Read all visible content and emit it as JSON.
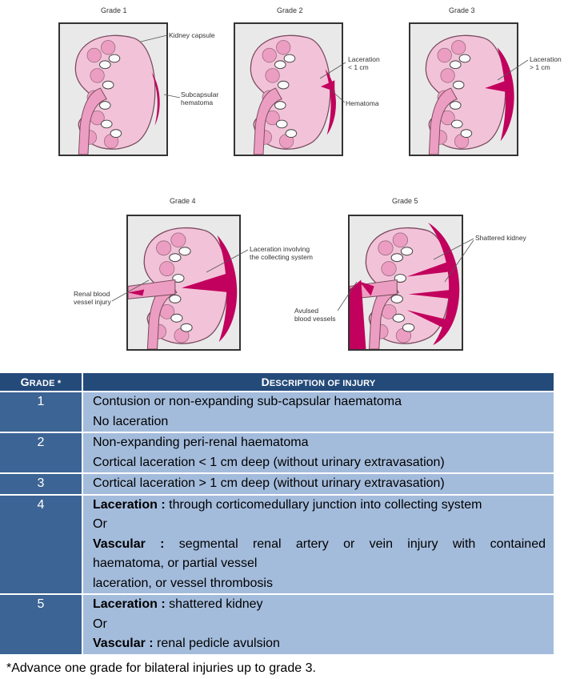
{
  "figure": {
    "panels": [
      {
        "title": "Grade 1",
        "labels": [
          [
            "Kidney capsule"
          ],
          [
            "Subcapsular",
            "hematoma"
          ]
        ]
      },
      {
        "title": "Grade 2",
        "labels": [
          [
            "Laceration",
            "< 1 cm"
          ],
          [
            "Hematoma"
          ]
        ]
      },
      {
        "title": "Grade 3",
        "labels": [
          [
            "Laceration",
            "> 1 cm"
          ]
        ]
      },
      {
        "title": "Grade 4",
        "labels": [
          [
            "Laceration involving",
            "the collecting system"
          ],
          [
            "Renal blood",
            "vessel injury"
          ]
        ]
      },
      {
        "title": "Grade 5",
        "labels": [
          [
            "Shattered kidney"
          ],
          [
            "Avulsed",
            "blood vessels"
          ]
        ]
      }
    ],
    "colors": {
      "panel_bg": "#e9e9e9",
      "kidney": "#f2c3d8",
      "medulla": "#ec9ec2",
      "calyx": "#fbfbfb",
      "hematoma": "#c2005d",
      "pelvis": "#ec9ec2"
    }
  },
  "table": {
    "header": {
      "grade_first": "G",
      "grade_rest": "RADE *",
      "desc_first": "D",
      "desc_rest_1": "ESCRIPTION OF ",
      "desc_rest_2": "INJURY"
    },
    "rows": [
      {
        "grade": "1",
        "lines": [
          {
            "text": "Contusion or non-expanding sub-capsular haematoma"
          },
          {
            "text": "No laceration"
          }
        ]
      },
      {
        "grade": "2",
        "lines": [
          {
            "text": "Non-expanding peri-renal haematoma"
          },
          {
            "text": "Cortical laceration < 1 cm deep (without urinary extravasation)"
          }
        ]
      },
      {
        "grade": "3",
        "lines": [
          {
            "text": "Cortical laceration > 1 cm deep (without urinary extravasation)"
          }
        ]
      },
      {
        "grade": "4",
        "lines": [
          {
            "bold": "Laceration :",
            "text": " through corticomedullary junction into collecting system"
          },
          {
            "text": "Or"
          },
          {
            "bold": "Vascular :",
            "text": " segmental renal artery or vein injury with contained",
            "justify": true
          },
          {
            "text": "haematoma, or partial vessel"
          },
          {
            "text": "laceration, or vessel thrombosis"
          }
        ]
      },
      {
        "grade": "5",
        "lines": [
          {
            "bold": "Laceration :",
            "text": " shattered kidney"
          },
          {
            "text": "Or"
          },
          {
            "bold": "Vascular :",
            "text": " renal pedicle avulsion"
          }
        ]
      }
    ]
  },
  "footnote": "*Advance one grade for bilateral injuries up to grade 3."
}
